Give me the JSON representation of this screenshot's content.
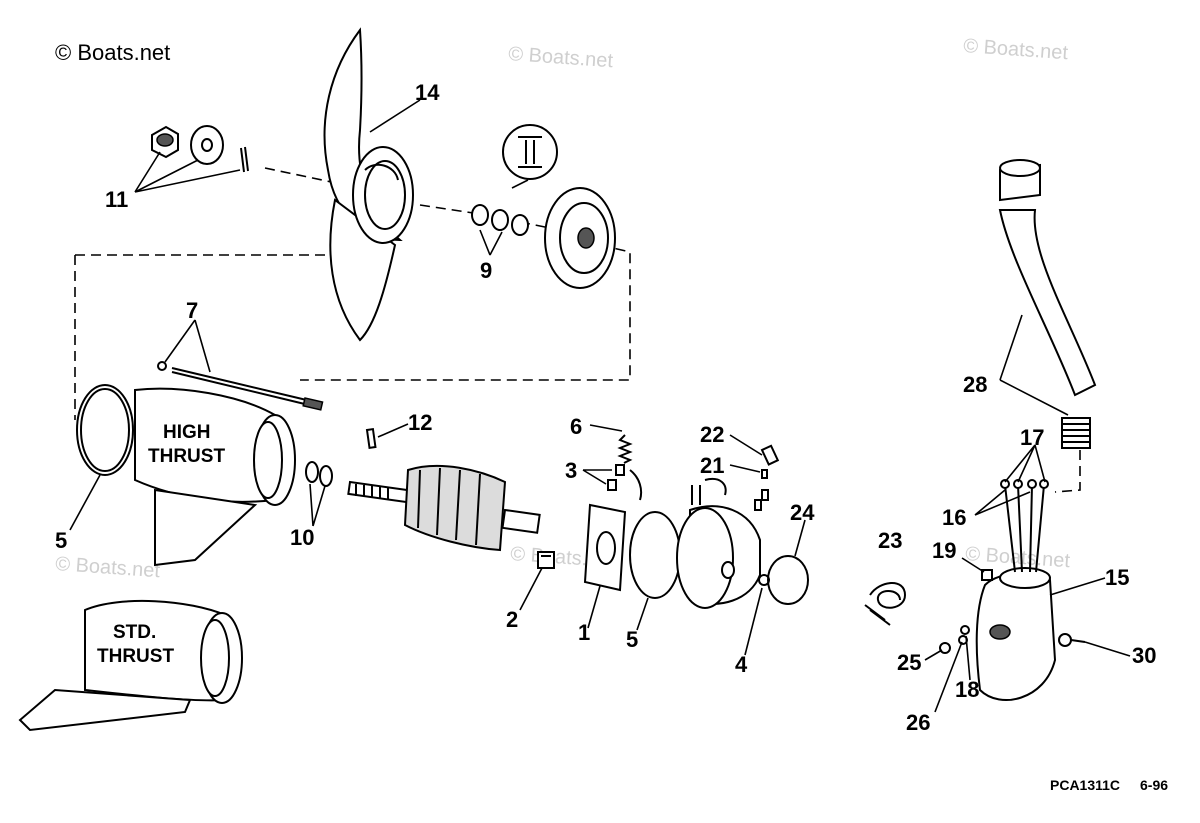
{
  "watermarks": {
    "main": "© Boats.net",
    "faint": "© Boats.net"
  },
  "callouts": {
    "high_thrust_line1": "HIGH",
    "high_thrust_line2": "THRUST",
    "std_thrust_line1": "STD.",
    "std_thrust_line2": "THRUST"
  },
  "drawing_code": "PCA1311C",
  "drawing_date": "6-96",
  "part_numbers": [
    "1",
    "2",
    "3",
    "4",
    "5",
    "5",
    "6",
    "7",
    "9",
    "10",
    "11",
    "12",
    "14",
    "15",
    "16",
    "17",
    "18",
    "19",
    "21",
    "22",
    "23",
    "24",
    "25",
    "26",
    "28",
    "30"
  ]
}
